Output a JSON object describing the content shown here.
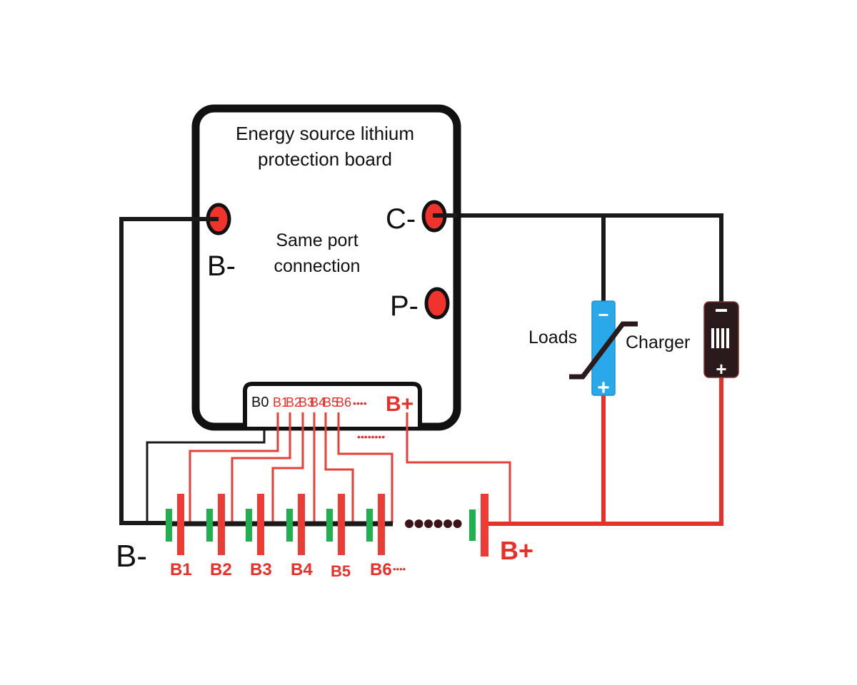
{
  "board": {
    "title_line1": "Energy source lithium",
    "title_line2": "protection board",
    "note_line1": "Same port",
    "note_line2": "connection",
    "ports": {
      "b_minus": "B-",
      "c_minus": "C-",
      "p_minus": "P-"
    },
    "connector": {
      "pins": [
        "B0",
        "B1",
        "B2",
        "B3",
        "B4",
        "B5",
        "B6"
      ],
      "ellipsis": "••••",
      "b_plus": "B+",
      "extra_dots": "••••••••"
    }
  },
  "battery_pack": {
    "cells": [
      "B1",
      "B2",
      "B3",
      "B4",
      "B5",
      "B6"
    ],
    "more_label": "••••",
    "b_minus_label": "B-",
    "b_plus_label": "B+"
  },
  "loads": {
    "label": "Loads",
    "minus": "−",
    "plus": "+"
  },
  "charger": {
    "label": "Charger",
    "minus": "−",
    "plus": "+"
  },
  "colors": {
    "wire_black": "#1a1a1a",
    "wire_red": "#e8302b",
    "port_red": "#f0332c",
    "cell_negative": "#1fb04f",
    "cell_positive": "#ef3b36",
    "loads_blue": "#29a8ea",
    "charger_dark": "#2a1a1c",
    "dot_dark": "#3a1418"
  }
}
